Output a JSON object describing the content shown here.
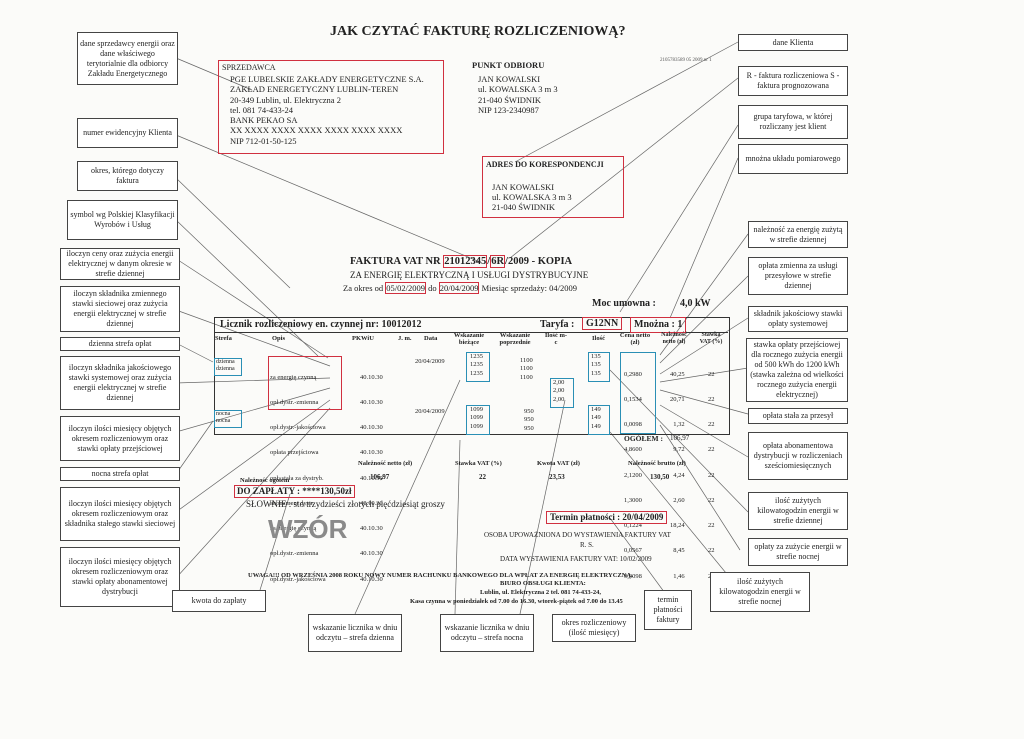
{
  "title": "JAK CZYTAĆ FAKTURĘ ROZLICZENIOWĄ?",
  "watermark": "WZÓR",
  "seller": {
    "heading": "SPRZEDAWCA",
    "lines": [
      "PGE LUBELSKIE ZAKŁADY ENERGETYCZNE S.A.",
      "ZAKŁAD ENERGETYCZNY LUBLIN-TEREN",
      "20-349 Lublin, ul. Elektryczna 2",
      "tel. 081 74-433-24",
      "BANK PEKAO SA",
      "XX XXXX XXXX XXXX XXXX XXXX XXXX",
      "NIP 712-01-50-125"
    ]
  },
  "receiver": {
    "heading": "PUNKT ODBIORU",
    "lines": [
      "JAN KOWALSKI",
      "ul. KOWALSKA 3 m 3",
      "21-040 ŚWIDNIK",
      "NIP 123-2340987"
    ]
  },
  "barcode_text": "2105783589 05 2009 nr 1",
  "correspondence": {
    "heading": "ADRES DO KORESPONDENCJI",
    "lines": [
      "JAN KOWALSKI",
      "ul. KOWALSKA 3 m 3",
      "21-040 ŚWIDNIK"
    ]
  },
  "invoice": {
    "prefix": "FAKTURA VAT NR ",
    "number": "21012345",
    "sep": "/",
    "symbol": "6R",
    "suffix": "/2009 - KOPIA",
    "subtitle": "ZA ENERGIĘ ELEKTRYCZNĄ I USŁUGI DYSTRYBUCYJNE",
    "period_prefix": "Za okres od ",
    "period_from": "05/02/2009",
    "period_mid": " do ",
    "period_to": "20/04/2009",
    "period_suffix": " Miesiąc sprzedaży: 04/2009"
  },
  "power": {
    "label": "Moc umowna :",
    "value": "4,0 kW"
  },
  "meter": {
    "label": "Licznik rozliczeniowy en. czynnej nr: 10012012",
    "tariff_label": "Taryfa :",
    "tariff": "G12NN",
    "multiplier_label": "Mnożna :",
    "multiplier": "1"
  },
  "table": {
    "headers": [
      "Strefa",
      "Opis",
      "PKWiU",
      "J. m.",
      "Data",
      "Wskazanie bieżące",
      "Wskazanie poprzednie",
      "Ilość m-c",
      "Ilość",
      "Cena netto (zł)",
      "Należność netto (zł)",
      "Stawka VAT (%)"
    ],
    "zone_day": [
      "dzienna",
      "dzienna"
    ],
    "zone_night": [
      "nocna",
      "nocna"
    ],
    "desc": [
      "za energię czynną",
      "opł.dystr.-zmienna",
      "opł.dystr.-jakościowa",
      "opłata przejściowa",
      "opł. stała za dystryb.",
      "abonament dystr.",
      "za energię czynną",
      "opł.dystr.-zmienna",
      "opł.dystr.-jakościowa"
    ],
    "pkwiu": [
      "40.10.30",
      "40.10.30",
      "40.10.30",
      "40.10.30",
      "40.10.30",
      "40.10.30",
      "40.10.30",
      "40.10.30",
      "40.10.30"
    ],
    "date_day": "20/04/2009",
    "date_night": "20/04/2009",
    "curr_day": [
      "1235",
      "1235",
      "1235"
    ],
    "prev_day": [
      "1100",
      "1100",
      "1100"
    ],
    "curr_night": [
      "1099",
      "1099",
      "1099"
    ],
    "prev_night": [
      "950",
      "950",
      "950"
    ],
    "months": [
      "2,00",
      "2,00",
      "2,00"
    ],
    "qty_day": [
      "135",
      "135",
      "135"
    ],
    "qty_night": [
      "149",
      "149",
      "149"
    ],
    "price": [
      "0,2980",
      "0,1534",
      "0,0098",
      "4,8600",
      "2,1200",
      "1,3000",
      "0,1224",
      "0,0567",
      "0,0098"
    ],
    "net": [
      "40,25",
      "20,71",
      "1,32",
      "9,72",
      "4,24",
      "2,60",
      "18,24",
      "8,45",
      "1,46"
    ],
    "vat": [
      "22",
      "22",
      "22",
      "22",
      "22",
      "22",
      "22",
      "22",
      "22"
    ],
    "total_label": "OGÓŁEM :",
    "total_value": "106,97"
  },
  "summary": {
    "net_label": "Należność netto (zł)",
    "net": "106,97",
    "vat_rate_label": "Stawka VAT (%)",
    "vat_rate": "22",
    "vat_amount_label": "Kwota VAT (zł)",
    "vat_amount": "23,53",
    "gross_label": "Należność brutto (zł)",
    "gross": "130,50",
    "total_label": "Należność ogółem",
    "to_pay": "DO ZAPŁATY : ****130,50zł",
    "in_words": "SŁOWNIE :  sto trzydzieści złotych pięćdziesiąt groszy",
    "due": "Termin płatności :  20/04/2009"
  },
  "footer": {
    "person": "OSOBA UPOWAŻNIONA DO WYSTAWIENIA FAKTURY VAT",
    "person_name": "R. S.",
    "issue_date": "DATA WYSTAWIENIA FAKTURY VAT: 10/02/2009",
    "notice": "UWAGA!!! OD WRZEŚNIA 2008 ROKU NOWY NUMER RACHUNKU BANKOWEGO DLA WPŁAT ZA ENERGIĘ ELEKTRYCZNĄ.",
    "office": "BIURO OBSŁUGI KLIENTA:",
    "office_addr": "Lublin, ul. Elektryczna 2 tel. 081 74-433-24,",
    "office_hours": "Kasa czynna w poniedziałek od 7.00 do 16.30, wtorek-piątek od 7.00 do 13.45"
  },
  "notes_left": [
    "dane sprzedawcy energii oraz dane właściwego terytorialnie dla odbiorcy Zakładu Energetycznego",
    "numer ewidencyjny Klienta",
    "okres, którego dotyczy faktura",
    "symbol wg Polskiej Klasyfikacji Wyrobów i Usług",
    "iloczyn ceny oraz zużycia energii elektrycznej w danym okresie w strefie dziennej",
    "iloczyn składnika zmiennego stawki sieciowej oraz zużycia energii elektrycznej w strefie dziennej",
    "dzienna strefa opłat",
    "iloczyn składnika jakościowego stawki systemowej oraz zużycia energii elektrycznej w strefie dziennej",
    "iloczyn ilości miesięcy objętych okresem rozliczeniowym oraz stawki opłaty przejściowej",
    "nocna strefa opłat",
    "iloczyn ilości miesięcy objętych okresem rozliczeniowym oraz składnika stałego stawki sieciowej",
    "iloczyn ilości miesięcy objętych okresem rozliczeniowym oraz stawki opłaty abonamentowej dystrybucji"
  ],
  "notes_bottom": [
    "kwota do zapłaty",
    "wskazanie licznika w dniu odczytu – strefa dzienna",
    "wskazanie licznika w dniu odczytu – strefa nocna",
    "okres rozliczeniowy (ilość miesięcy)",
    "termin płatności faktury"
  ],
  "notes_right": [
    "dane Klienta",
    "R - faktura rozliczeniowa S - faktura prognozowana",
    "grupa taryfowa, w której rozliczany jest klient",
    "mnożna układu pomiarowego",
    "należność za energię zużytą w strefie dziennej",
    "opłata zmienna za usługi przesyłowe w strefie dziennej",
    "składnik jakościowy stawki opłaty systemowej",
    "stawka opłaty przejściowej dla rocznego zużycia energii od 500 kWh do 1200 kWh (stawka zależna od wielkości rocznego zużycia energii elektrycznej)",
    "opłata stała za przesył",
    "opłata abonamentowa dystrybucji w rozliczeniach sześciomiesięcznych",
    "ilość zużytych kilowatogodzin energii w strefie dziennej",
    "opłaty za zużycie energii w strefie nocnej",
    "ilość zużytych kilowatogodzin energii w strefie nocnej"
  ]
}
